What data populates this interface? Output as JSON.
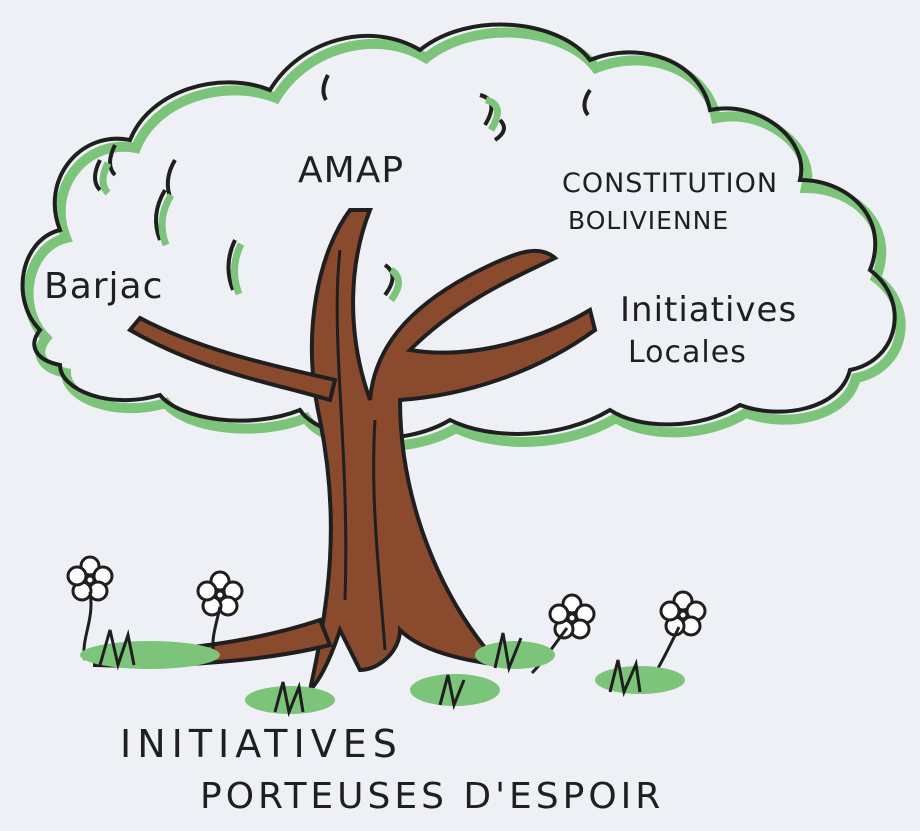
{
  "colors": {
    "background": "#eef0f6",
    "foliage_green": "#7cc47a",
    "ink": "#1f1f1f",
    "trunk_brown": "#8a4a2e",
    "petal_white": "#ffffff"
  },
  "branches": {
    "top": "AMAP",
    "left": "Barjac",
    "upper_right_line1": "Constitution",
    "upper_right_line2": "Bolivienne",
    "lower_right_line1": "Initiatives",
    "lower_right_line2": "Locales"
  },
  "caption": {
    "line1": "Initiatives",
    "line2": "Porteuses d'espoir"
  },
  "icons": [
    "tree-icon",
    "flower-icon",
    "grass-icon"
  ]
}
